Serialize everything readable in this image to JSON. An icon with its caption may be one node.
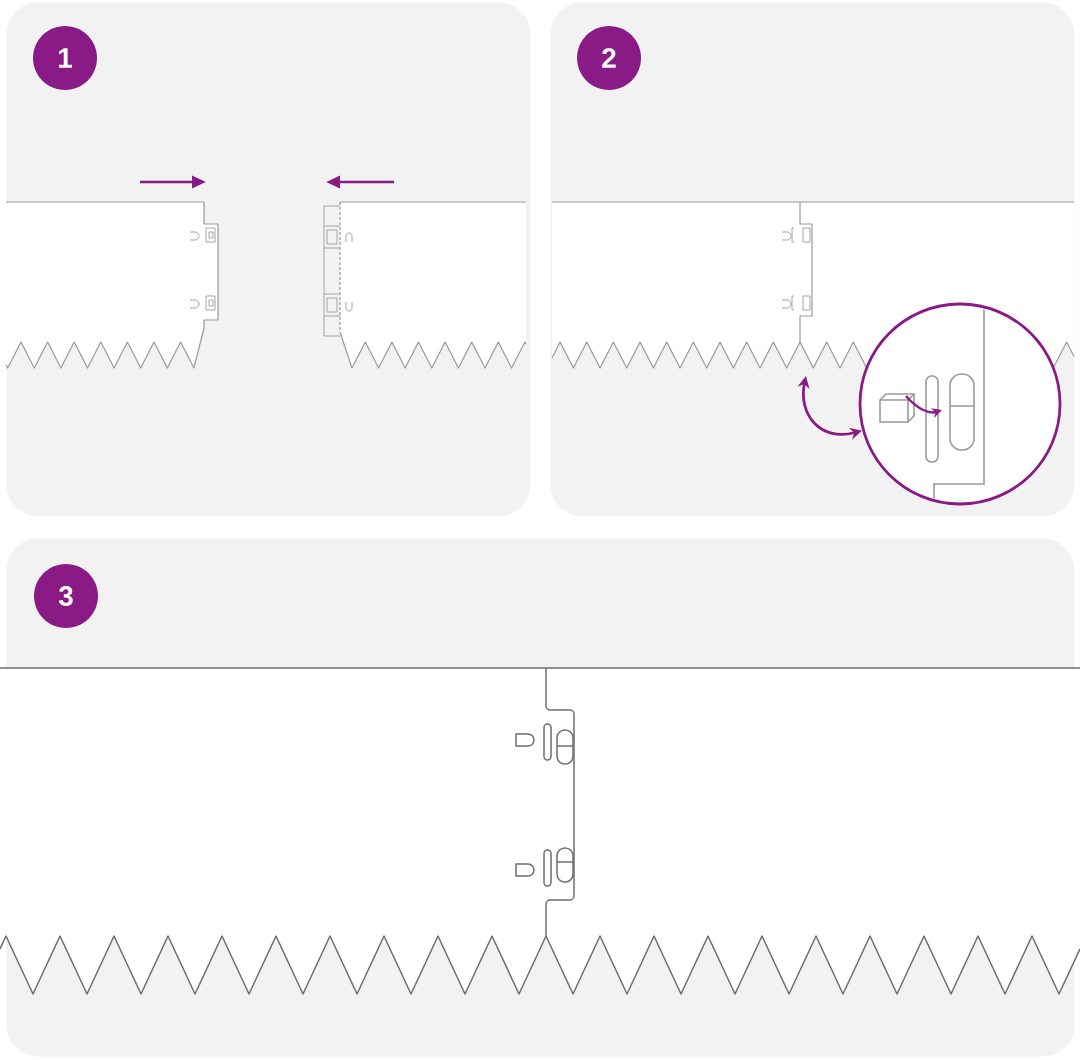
{
  "diagram": {
    "nodes": [
      {
        "text": [],
        "shape": "box"
      },
      {
        "text": [
          "1"
        ],
        "in": 0
      },
      {
        "text": [],
        "shape": "box"
      },
      {
        "text": [
          "2"
        ],
        "in": 2
      },
      {
        "text": [],
        "shape": "circle",
        "in": 2
      },
      {
        "text": [],
        "shape": "box"
      },
      {
        "text": [
          "3"
        ],
        "in": 5
      }
    ],
    "edges": [
      {
        "from": null,
        "to": 4,
        "arrow": "both"
      }
    ]
  }
}
